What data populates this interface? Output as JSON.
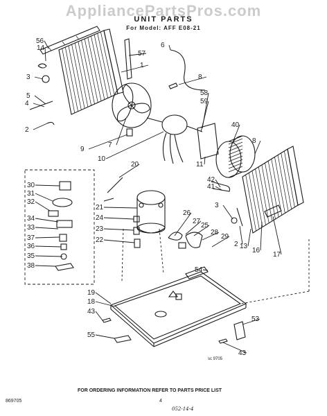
{
  "watermark": "AppliancePartsPros.com",
  "header": {
    "title": "UNIT PARTS",
    "model_line": "For Model: AFF E08-21"
  },
  "callouts": [
    "56",
    "14",
    "3",
    "5",
    "4",
    "2",
    "1",
    "6",
    "57",
    "8",
    "58",
    "59",
    "7",
    "9",
    "10",
    "40",
    "8",
    "11",
    "20",
    "42",
    "41",
    "30",
    "31",
    "32",
    "34",
    "33",
    "37",
    "36",
    "35",
    "38",
    "21",
    "24",
    "23",
    "22",
    "26",
    "27",
    "25",
    "28",
    "29",
    "3",
    "2",
    "13",
    "16",
    "17",
    "54",
    "19",
    "18",
    "43",
    "55",
    "53",
    "43"
  ],
  "footer": {
    "ordering_note": "FOR ORDERING INFORMATION REFER TO PARTS PRICE LIST",
    "code_left": "869705",
    "page_number": "4",
    "drawing_code": "sc 9705",
    "handwritten_note": "052-14-4"
  }
}
